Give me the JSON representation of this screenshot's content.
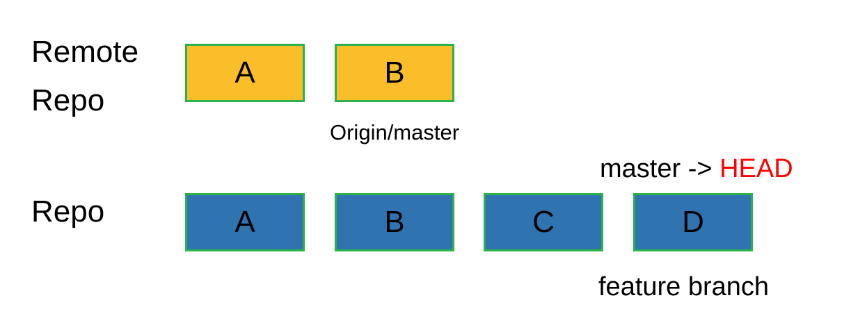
{
  "rows": {
    "remote": {
      "label": "Remote\nRepo",
      "commits": [
        "A",
        "B"
      ]
    },
    "local": {
      "label": "Repo",
      "commits": [
        "A",
        "B",
        "C",
        "D"
      ]
    }
  },
  "annotations": {
    "origin_master": "Origin/master",
    "master_prefix": "master -> ",
    "head": "HEAD",
    "feature_branch": "feature branch"
  },
  "colors": {
    "remote_commit_fill": "#fbbe2b",
    "local_commit_fill": "#3073b1",
    "commit_border": "#2bb24c",
    "head_text": "#ff0000"
  }
}
